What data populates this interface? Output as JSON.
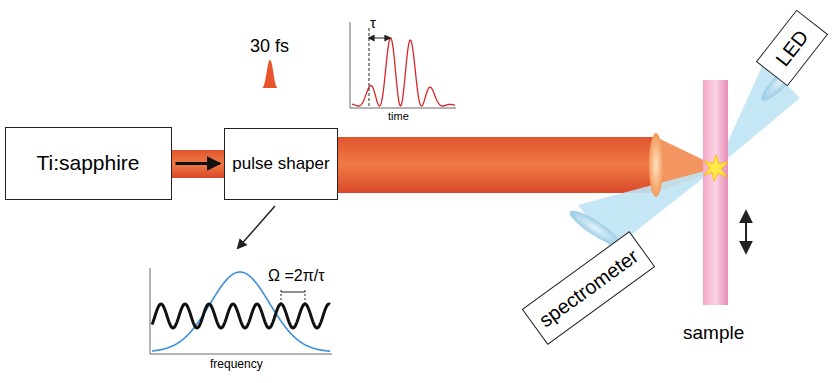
{
  "diagram": {
    "nodes": [
      {
        "text": [
          "Ti:sapphire"
        ]
      },
      {
        "text": [
          "pulse shaper"
        ]
      },
      {
        "text": [
          "spectrometer"
        ]
      },
      {
        "text": [
          "LED"
        ]
      }
    ],
    "edges": [
      {
        "from": 0,
        "to": 1,
        "arrow": "to"
      }
    ],
    "labels": [
      "30 fs",
      "τ",
      "time",
      "Ω =2π/τ",
      "frequency",
      "sample"
    ]
  }
}
